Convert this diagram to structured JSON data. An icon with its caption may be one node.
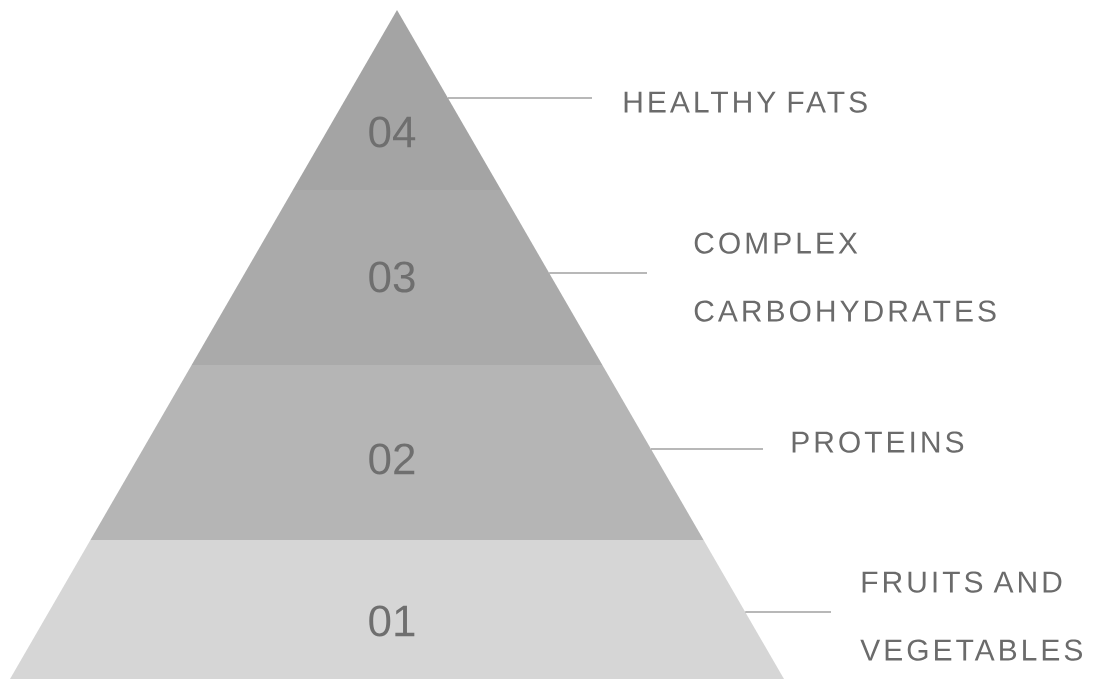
{
  "diagram": {
    "nodes": [
      {
        "text": [
          "04"
        ]
      },
      {
        "text": [
          "HEALTHY FATS"
        ]
      },
      {
        "text": [
          "03"
        ]
      },
      {
        "text": [
          "COMPLEX CARBOHYDRATES"
        ]
      },
      {
        "text": [
          "02"
        ]
      },
      {
        "text": [
          "PROTEINS"
        ]
      },
      {
        "text": [
          "01"
        ]
      },
      {
        "text": [
          "FRUITS AND VEGETABLES"
        ]
      }
    ],
    "edges": [
      {
        "from": 1,
        "to": 0,
        "arrow": "none"
      },
      {
        "from": 3,
        "to": 2,
        "arrow": "none"
      },
      {
        "from": 5,
        "to": 4,
        "arrow": "none"
      },
      {
        "from": 7,
        "to": 6,
        "arrow": "none"
      }
    ]
  }
}
